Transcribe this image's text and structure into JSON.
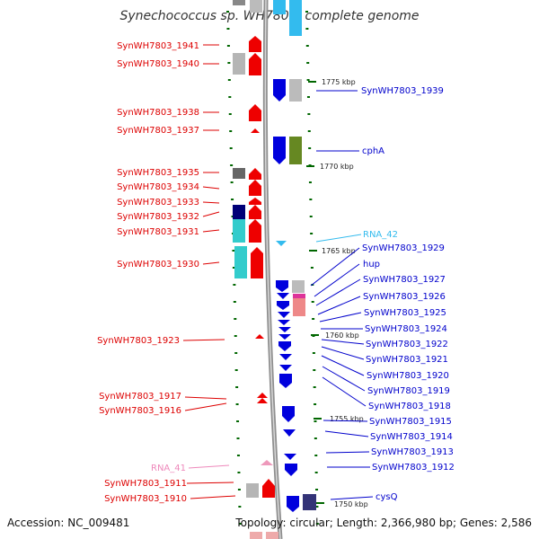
{
  "title": "Synechococcus sp. WH7803, complete genome",
  "footer": {
    "accession": "Accession: NC_009481",
    "summary": "Topology: circular; Length: 2,366,980 bp; Genes: 2,586"
  },
  "colors": {
    "minus_strand": "#ee0000",
    "plus_strand": "#0000dd",
    "rna": "#33bbee",
    "rna_light": "#ee88bb",
    "backbone": "#999999",
    "tick": "#006600"
  },
  "kbp_marks": [
    {
      "label": "1775 kbp"
    },
    {
      "label": "1770 kbp"
    },
    {
      "label": "1765 kbp"
    },
    {
      "label": "1760 kbp"
    },
    {
      "label": "1755 kbp"
    },
    {
      "label": "1750 kbp"
    }
  ],
  "left_labels": [
    {
      "text": "SynWH7803_1941",
      "color": "#dd0000"
    },
    {
      "text": "SynWH7803_1940",
      "color": "#dd0000"
    },
    {
      "text": "SynWH7803_1938",
      "color": "#dd0000"
    },
    {
      "text": "SynWH7803_1937",
      "color": "#dd0000"
    },
    {
      "text": "SynWH7803_1935",
      "color": "#dd0000"
    },
    {
      "text": "SynWH7803_1934",
      "color": "#dd0000"
    },
    {
      "text": "SynWH7803_1933",
      "color": "#dd0000"
    },
    {
      "text": "SynWH7803_1932",
      "color": "#dd0000"
    },
    {
      "text": "SynWH7803_1931",
      "color": "#dd0000"
    },
    {
      "text": "SynWH7803_1930",
      "color": "#dd0000"
    },
    {
      "text": "SynWH7803_1923",
      "color": "#dd0000"
    },
    {
      "text": "SynWH7803_1917",
      "color": "#dd0000"
    },
    {
      "text": "SynWH7803_1916",
      "color": "#dd0000"
    },
    {
      "text": "RNA_41",
      "color": "#ee88bb"
    },
    {
      "text": "SynWH7803_1911",
      "color": "#dd0000"
    },
    {
      "text": "SynWH7803_1910",
      "color": "#dd0000"
    }
  ],
  "right_labels": [
    {
      "text": "SynWH7803_1939",
      "color": "#0000cc"
    },
    {
      "text": "cphA",
      "color": "#0000cc"
    },
    {
      "text": "RNA_42",
      "color": "#33bbee"
    },
    {
      "text": "SynWH7803_1929",
      "color": "#0000cc"
    },
    {
      "text": "hup",
      "color": "#0000cc"
    },
    {
      "text": "SynWH7803_1927",
      "color": "#0000cc"
    },
    {
      "text": "SynWH7803_1926",
      "color": "#0000cc"
    },
    {
      "text": "SynWH7803_1925",
      "color": "#0000cc"
    },
    {
      "text": "SynWH7803_1924",
      "color": "#0000cc"
    },
    {
      "text": "SynWH7803_1922",
      "color": "#0000cc"
    },
    {
      "text": "SynWH7803_1921",
      "color": "#0000cc"
    },
    {
      "text": "SynWH7803_1920",
      "color": "#0000cc"
    },
    {
      "text": "SynWH7803_1919",
      "color": "#0000cc"
    },
    {
      "text": "SynWH7803_1918",
      "color": "#0000cc"
    },
    {
      "text": "SynWH7803_1915",
      "color": "#0000cc"
    },
    {
      "text": "SynWH7803_1914",
      "color": "#0000cc"
    },
    {
      "text": "SynWH7803_1913",
      "color": "#0000cc"
    },
    {
      "text": "SynWH7803_1912",
      "color": "#0000cc"
    },
    {
      "text": "cysQ",
      "color": "#0000cc"
    }
  ]
}
